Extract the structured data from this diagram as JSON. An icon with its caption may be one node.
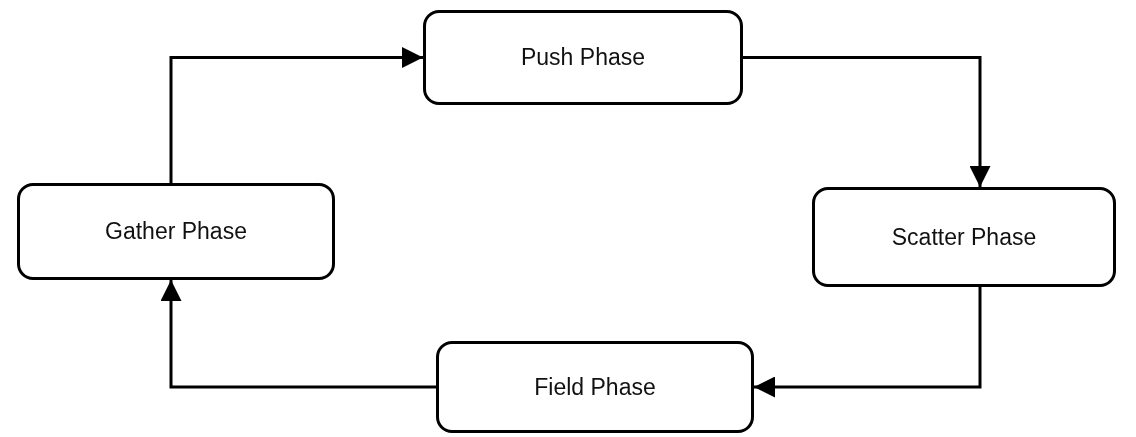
{
  "diagram": {
    "nodes": [
      {
        "text": [
          "Push Phase"
        ]
      },
      {
        "text": [
          "Gather Phase"
        ]
      },
      {
        "text": [
          "Scatter Phase"
        ]
      },
      {
        "text": [
          "Field Phase"
        ]
      }
    ],
    "edges": [
      {
        "from": 1,
        "to": 0,
        "arrow": "to"
      },
      {
        "from": 0,
        "to": 2,
        "arrow": "to"
      },
      {
        "from": 2,
        "to": 3,
        "arrow": "to"
      },
      {
        "from": 3,
        "to": 1,
        "arrow": "to"
      }
    ]
  }
}
